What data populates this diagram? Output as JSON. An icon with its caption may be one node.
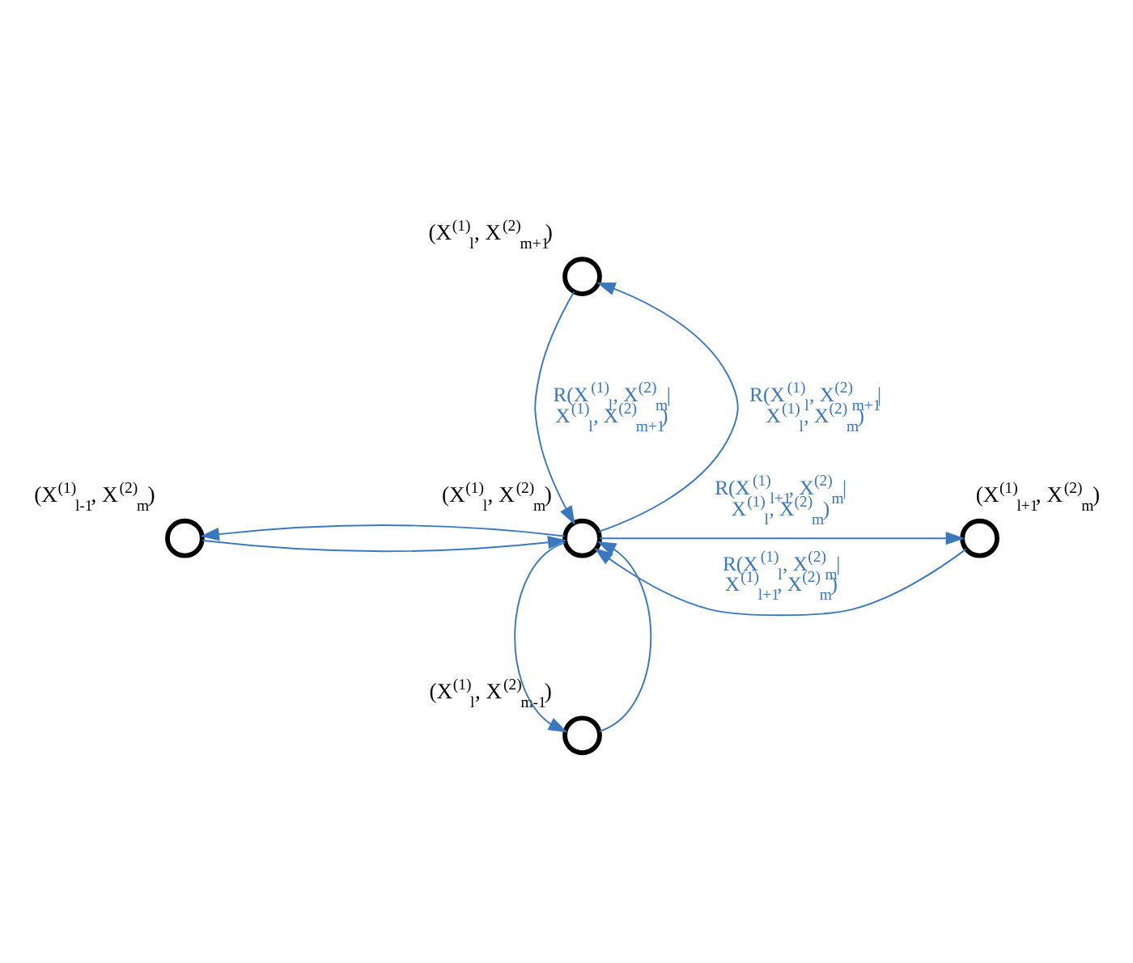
{
  "diagram": {
    "nodes": [
      {
        "text": [],
        "shape": "circle",
        "beside": [
          "(X$^{(1)}$$_{l}$, X$^{(2)}$$_{m+1}$)"
        ]
      },
      {
        "text": [],
        "shape": "circle",
        "beside": [
          "(X$^{(1)}$$_{l-1}$, X$^{(2)}$$_{m}$)"
        ]
      },
      {
        "text": [],
        "shape": "circle",
        "beside": [
          "(X$^{(1)}$$_{l}$, X$^{(2)}$$_{m}$)"
        ]
      },
      {
        "text": [],
        "shape": "circle",
        "beside": [
          "(X$^{(1)}$$_{l+1}$, X$^{(2)}$$_{m}$)"
        ]
      },
      {
        "text": [],
        "shape": "circle",
        "beside": [
          "(X$^{(1)}$$_{l}$, X$^{(2)}$$_{m-1}$)"
        ]
      }
    ],
    "edges": [
      {
        "from": 2,
        "to": 0,
        "arrow": "to",
        "label": "R(X$^{(1)}$$_{l}$, X$^{(2)}$$_{m+1}$| X$^{(1)}$$_{l}$, X$^{(2)}$$_{m}$)"
      },
      {
        "from": 0,
        "to": 2,
        "arrow": "to",
        "label": "R(X$^{(1)}$$_{l}$, X$^{(2)}$$_{m}$| X$^{(1)}$$_{l}$, X$^{(2)}$$_{m+1}$)"
      },
      {
        "from": 1,
        "to": 2,
        "arrow": "to"
      },
      {
        "from": 2,
        "to": 1,
        "arrow": "to"
      },
      {
        "from": 2,
        "to": 3,
        "arrow": "to",
        "label": "R(X$^{(1)}$$_{l+1}$, X$^{(2)}$$_{m}$| X$^{(1)}$$_{l}$, X$^{(2)}$$_{m}$)"
      },
      {
        "from": 3,
        "to": 2,
        "arrow": "to",
        "label": "R(X$^{(1)}$$_{l}$, X$^{(2)}$$_{m}$| X$^{(1)}$$_{l+1}$, X$^{(2)}$$_{m}$)"
      },
      {
        "from": 4,
        "to": 2,
        "arrow": "to"
      },
      {
        "from": 2,
        "to": 4,
        "arrow": "to"
      }
    ]
  }
}
